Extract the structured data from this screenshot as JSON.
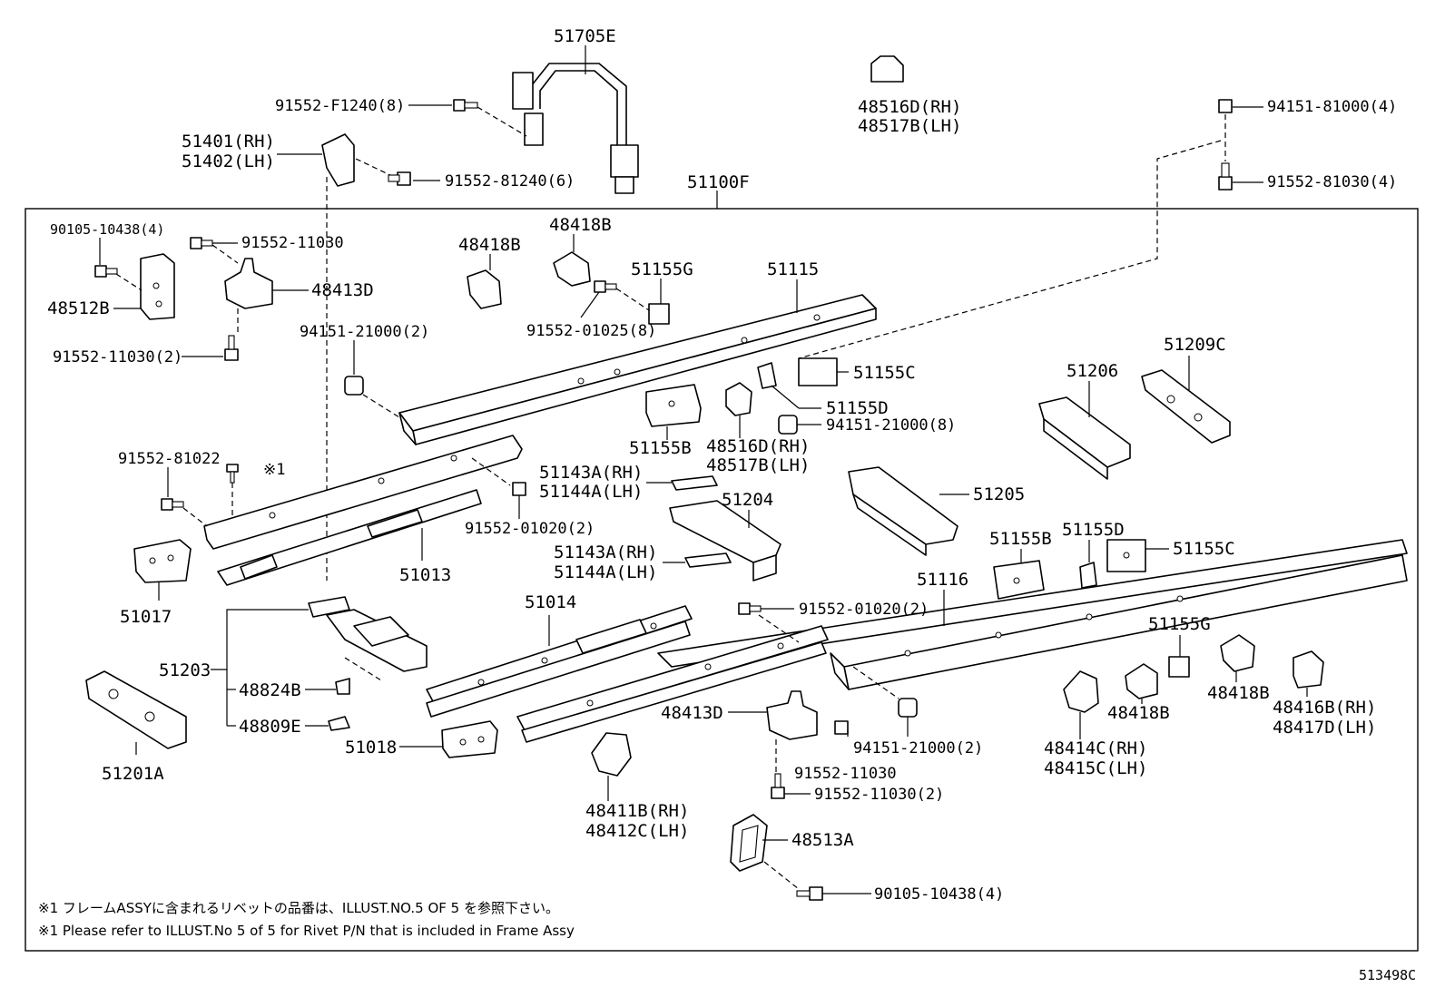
{
  "labels": {
    "p51705E": "51705E",
    "p91552_F1240": "91552-F1240(8)",
    "p48516D_top": "48516D(RH)",
    "p48517B_top": "48517B(LH)",
    "p94151_81000": "94151-81000(4)",
    "p51401": "51401(RH)",
    "p51402": "51402(LH)",
    "p91552_81240": "91552-81240(6)",
    "p51100F": "51100F",
    "p91552_81030": "91552-81030(4)",
    "p90105_10438_top": "90105-10438(4)",
    "p91552_11030_top": "91552-11030",
    "p48418B_a": "48418B",
    "p48418B_b": "48418B",
    "p51155G_top": "51155G",
    "p51115": "51115",
    "p48512B": "48512B",
    "p48413D_top": "48413D",
    "p91552_01025": "91552-01025(8)",
    "p94151_21000_a": "94151-21000(2)",
    "p91552_11030_2_top": "91552-11030(2)",
    "p51155C_top": "51155C",
    "p51209C": "51209C",
    "p51206": "51206",
    "p51155D_top": "51155D",
    "p94151_21000_8": "94151-21000(8)",
    "p51155B_top": "51155B",
    "p48516D_mid": "48516D(RH)",
    "p48517B_mid": "48517B(LH)",
    "p91552_81022": "91552-81022",
    "p_note_mark": "※1",
    "p51143A_a": "51143A(RH)",
    "p51144A_a": "51144A(LH)",
    "p51205": "51205",
    "p91552_01020_a": "91552-01020(2)",
    "p51204": "51204",
    "p51143A_b": "51143A(RH)",
    "p51144A_b": "51144A(LH)",
    "p51155B_mid": "51155B",
    "p51155D_mid": "51155D",
    "p51155C_mid": "51155C",
    "p51013": "51013",
    "p51116": "51116",
    "p51017": "51017",
    "p91552_01020_b": "91552-01020(2)",
    "p51014": "51014",
    "p51155G_mid": "51155G",
    "p51203": "51203",
    "p48824B": "48824B",
    "p48809E": "48809E",
    "p48413D_mid": "48413D",
    "p48418B_c": "48418B",
    "p48418B_d": "48418B",
    "p48416B": "48416B(RH)",
    "p48417D": "48417D(LH)",
    "p51018": "51018",
    "p94151_21000_b": "94151-21000(2)",
    "p48414C": "48414C(RH)",
    "p48415C": "48415C(LH)",
    "p51201A": "51201A",
    "p91552_11030_mid": "91552-11030",
    "p48411B": "48411B(RH)",
    "p48412C": "48412C(LH)",
    "p91552_11030_2_mid": "91552-11030(2)",
    "p48513A": "48513A",
    "p90105_10438_bot": "90105-10438(4)",
    "p513498C": "513498C"
  },
  "notes": {
    "jp": "※1  フレームASSYに含まれるリベットの品番は、ILLUST.NO.5  OF  5  を参照下さい。",
    "en": "※1  Please refer to ILLUST.No 5 of 5 for Rivet P/N that is included in Frame Assy"
  }
}
